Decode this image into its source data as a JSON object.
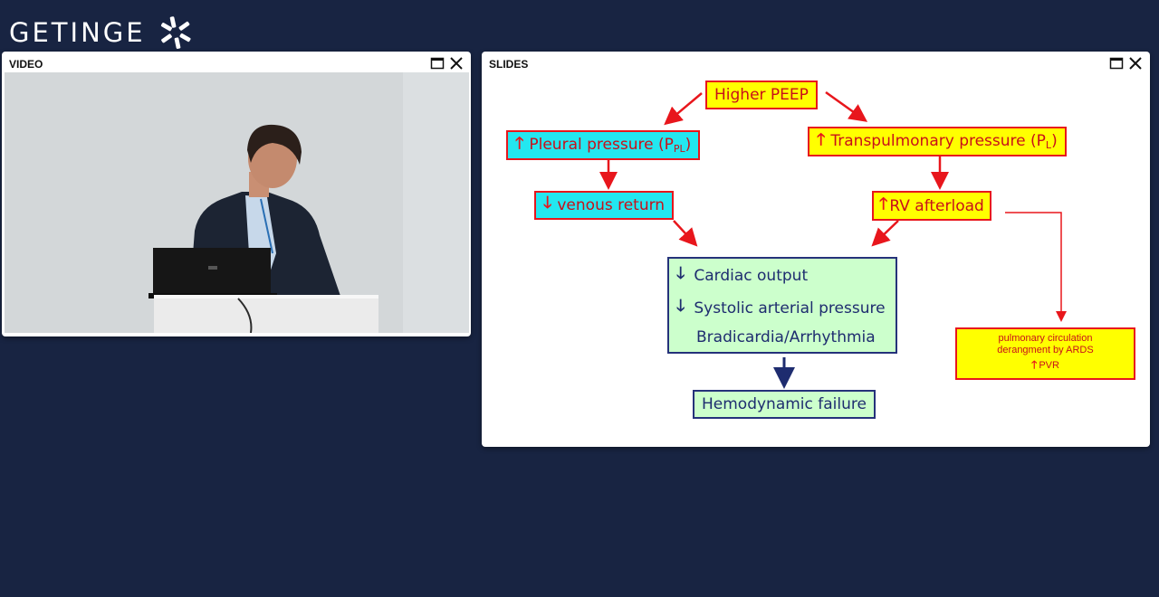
{
  "brand": {
    "name": "GETINGE"
  },
  "video_panel": {
    "title": "VIDEO"
  },
  "slides_panel": {
    "title": "SLIDES"
  },
  "slide": {
    "peep": "Higher PEEP",
    "pleural_label": "Pleural pressure (P",
    "pleural_sub": "PL",
    "pleural_close": ")",
    "transpulmonary_label": "Transpulmonary pressure (P",
    "transpulmonary_sub": "L",
    "transpulmonary_close": ")",
    "venous": "venous return",
    "rv": "RV afterload",
    "cardiac_output": "Cardiac output",
    "systolic": "Systolic arterial pressure",
    "bradicardia": "Bradicardia/Arrhythmia",
    "hemodynamic": "Hemodynamic failure",
    "pulmonary_line1": "pulmonary circulation",
    "pulmonary_line2": "derangment by ARDS",
    "pulmonary_line3": "PVR"
  },
  "colors": {
    "background": "#182442",
    "slide_red": "#e8161c",
    "slide_yellow": "#ffff00",
    "slide_cyan": "#23e7f0",
    "slide_green": "#ccffcc",
    "slide_navy": "#1e2c6f"
  },
  "icons": {
    "brand_logo": "getinge-star-icon",
    "maximize": "maximize-icon",
    "close": "close-icon",
    "arrow_up": "arrow-up-icon",
    "arrow_down": "arrow-down-icon"
  }
}
